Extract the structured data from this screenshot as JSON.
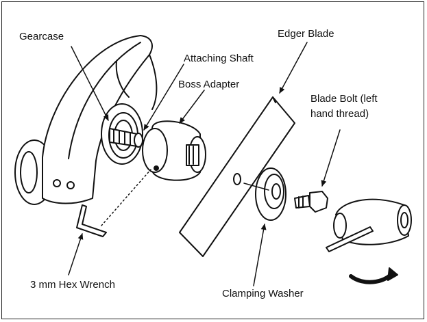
{
  "diagram": {
    "labels": {
      "gearcase": "Gearcase",
      "attaching_shaft": "Attaching Shaft",
      "boss_adapter": "Boss Adapter",
      "edger_blade": "Edger Blade",
      "blade_bolt_line1": "Blade Bolt (left",
      "blade_bolt_line2": "hand thread)",
      "hex_wrench": "3 mm Hex Wrench",
      "clamping_washer": "Clamping Washer"
    },
    "colors": {
      "ink": "#111111",
      "background": "#ffffff"
    }
  }
}
